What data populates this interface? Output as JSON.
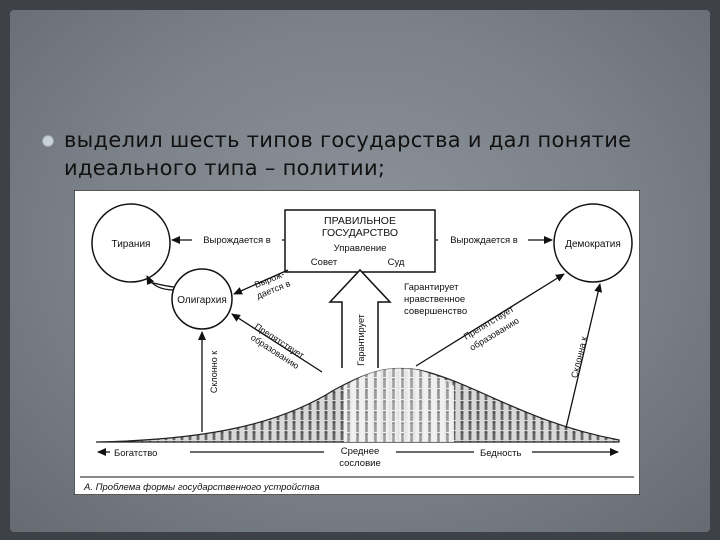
{
  "bullet": {
    "text": "выделил шесть типов государства и дал понятие идеального типа – политии;"
  },
  "diagram": {
    "center_box": {
      "title_line1": "ПРАВИЛЬНОЕ",
      "title_line2": "ГОСУДАРСТВО",
      "sub_management": "Управление",
      "sub_council": "Совет",
      "sub_court": "Суд"
    },
    "nodes": {
      "tyranny": "Тирания",
      "democracy": "Демократия",
      "oligarchy": "Олигархия"
    },
    "arrow_labels": {
      "degenerates_left": "Вырождается в",
      "degenerates_right": "Вырождается в",
      "degenerates_oligarchy_1": "Вырож-",
      "degenerates_oligarchy_2": "дается в",
      "prevents_left_1": "Препятствует",
      "prevents_left_2": "образованию",
      "prevents_right_1": "Препятствует",
      "prevents_right_2": "образованию",
      "inclined_left": "Склонно к",
      "inclined_right": "Склонна к",
      "guarantees_up": "Гарантирует",
      "guarantees_moral_1": "Гарантирует",
      "guarantees_moral_2": "нравственное",
      "guarantees_moral_3": "совершенство"
    },
    "axis": {
      "wealth": "Богатство",
      "middle_1": "Среднее",
      "middle_2": "сословие",
      "poverty": "Бедность"
    },
    "caption": "А. Проблема формы государственного устройства"
  }
}
